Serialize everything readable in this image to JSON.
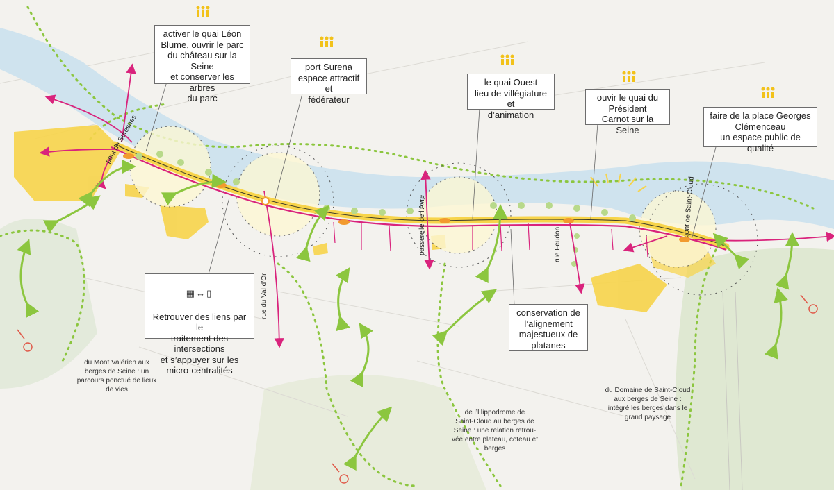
{
  "map": {
    "colors": {
      "background": "#f3f2ee",
      "river": "#cfe3ee",
      "urban_yellow": "#f7d44a",
      "green_corridor": "#8cc63f",
      "magenta_link": "#d9237c",
      "centrality_circle": "#fdf7d5",
      "forest": "#dfe8d2"
    },
    "callouts": {
      "leon_blume": "activer le quai Léon\nBlume, ouvrir le parc\ndu château sur la Seine\net conserver les arbres\ndu parc",
      "port_surena": "port Surena\nespace attractif et\nfédérateur",
      "quai_ouest": "le quai Ouest\nlieu de villégiature et\nd’animation",
      "quai_carnot": "ouvir le quai du\nPrésident\nCarnot sur la Seine",
      "clemenceau": "faire de la place Georges\nClémenceau\nun espace public de qualité",
      "liens": "Retrouver des liens par le\ntraitement des intersections\net s’appuyer sur les\nmicro-centralités",
      "platanes": "conservation de\nl’alignement\nmajestueux de\nplatanes"
    },
    "liens_icons": "▦↔▯",
    "zones": {
      "mont_valerien": "du Mont Valérien aux\nberges de Seine : un\nparcours ponctué de lieux\nde vies",
      "hippodrome": "de l’Hippodrome de\nSaint-Cloud au berges de\nSeine : une relation retrou-\nvée entre plateau, coteau et\nberges",
      "domaine": "du Domaine de Saint-Cloud\naux berges de Seine :\nintégré les berges dans le\ngrand paysage"
    },
    "streets": {
      "pont_suresnes": "pont de Suresnes",
      "rue_val_or": "rue du Val d’Or",
      "passerelle_avre": "passerelle de l’Avre",
      "rue_feudon": "rue Feudon",
      "pont_saint_cloud": "pont de Saint-Cloud"
    }
  }
}
